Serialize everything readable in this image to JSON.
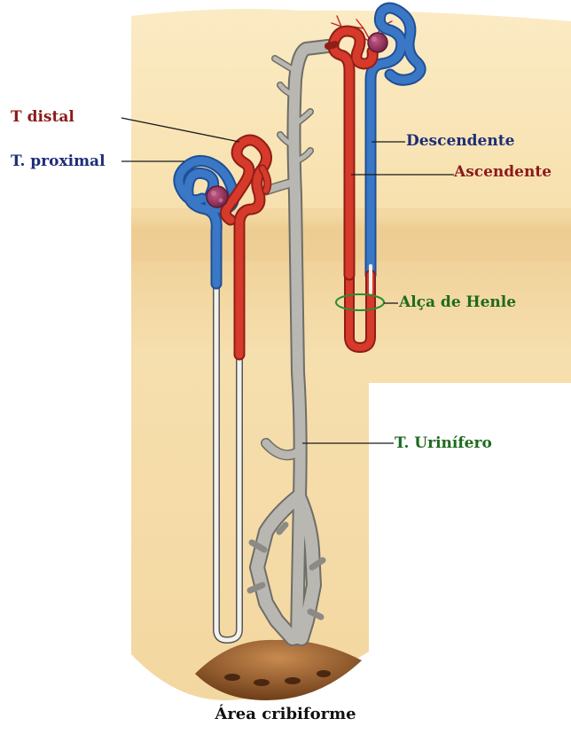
{
  "labels": {
    "t_distal": "T distal",
    "t_proximal": "T. proximal",
    "descendente": "Descendente",
    "ascendente": "Ascendente",
    "alca_de_henle": "Alça de Henle",
    "t_urinifero": "T. Urinífero",
    "area_cribiforme": "Área cribiforme"
  },
  "colors": {
    "cortex": "#f7e3b3",
    "medulla": "#eed29c",
    "descending_limb": "#3a78c6",
    "ascending_limb": "#d63a2a",
    "glomerulus": "#a23a6a",
    "collecting_duct": "#a9a7a2",
    "label_red": "#8b1a1a",
    "label_blue": "#1e2d78",
    "label_green": "#1e6a1e",
    "papilla": "#9a6230"
  }
}
